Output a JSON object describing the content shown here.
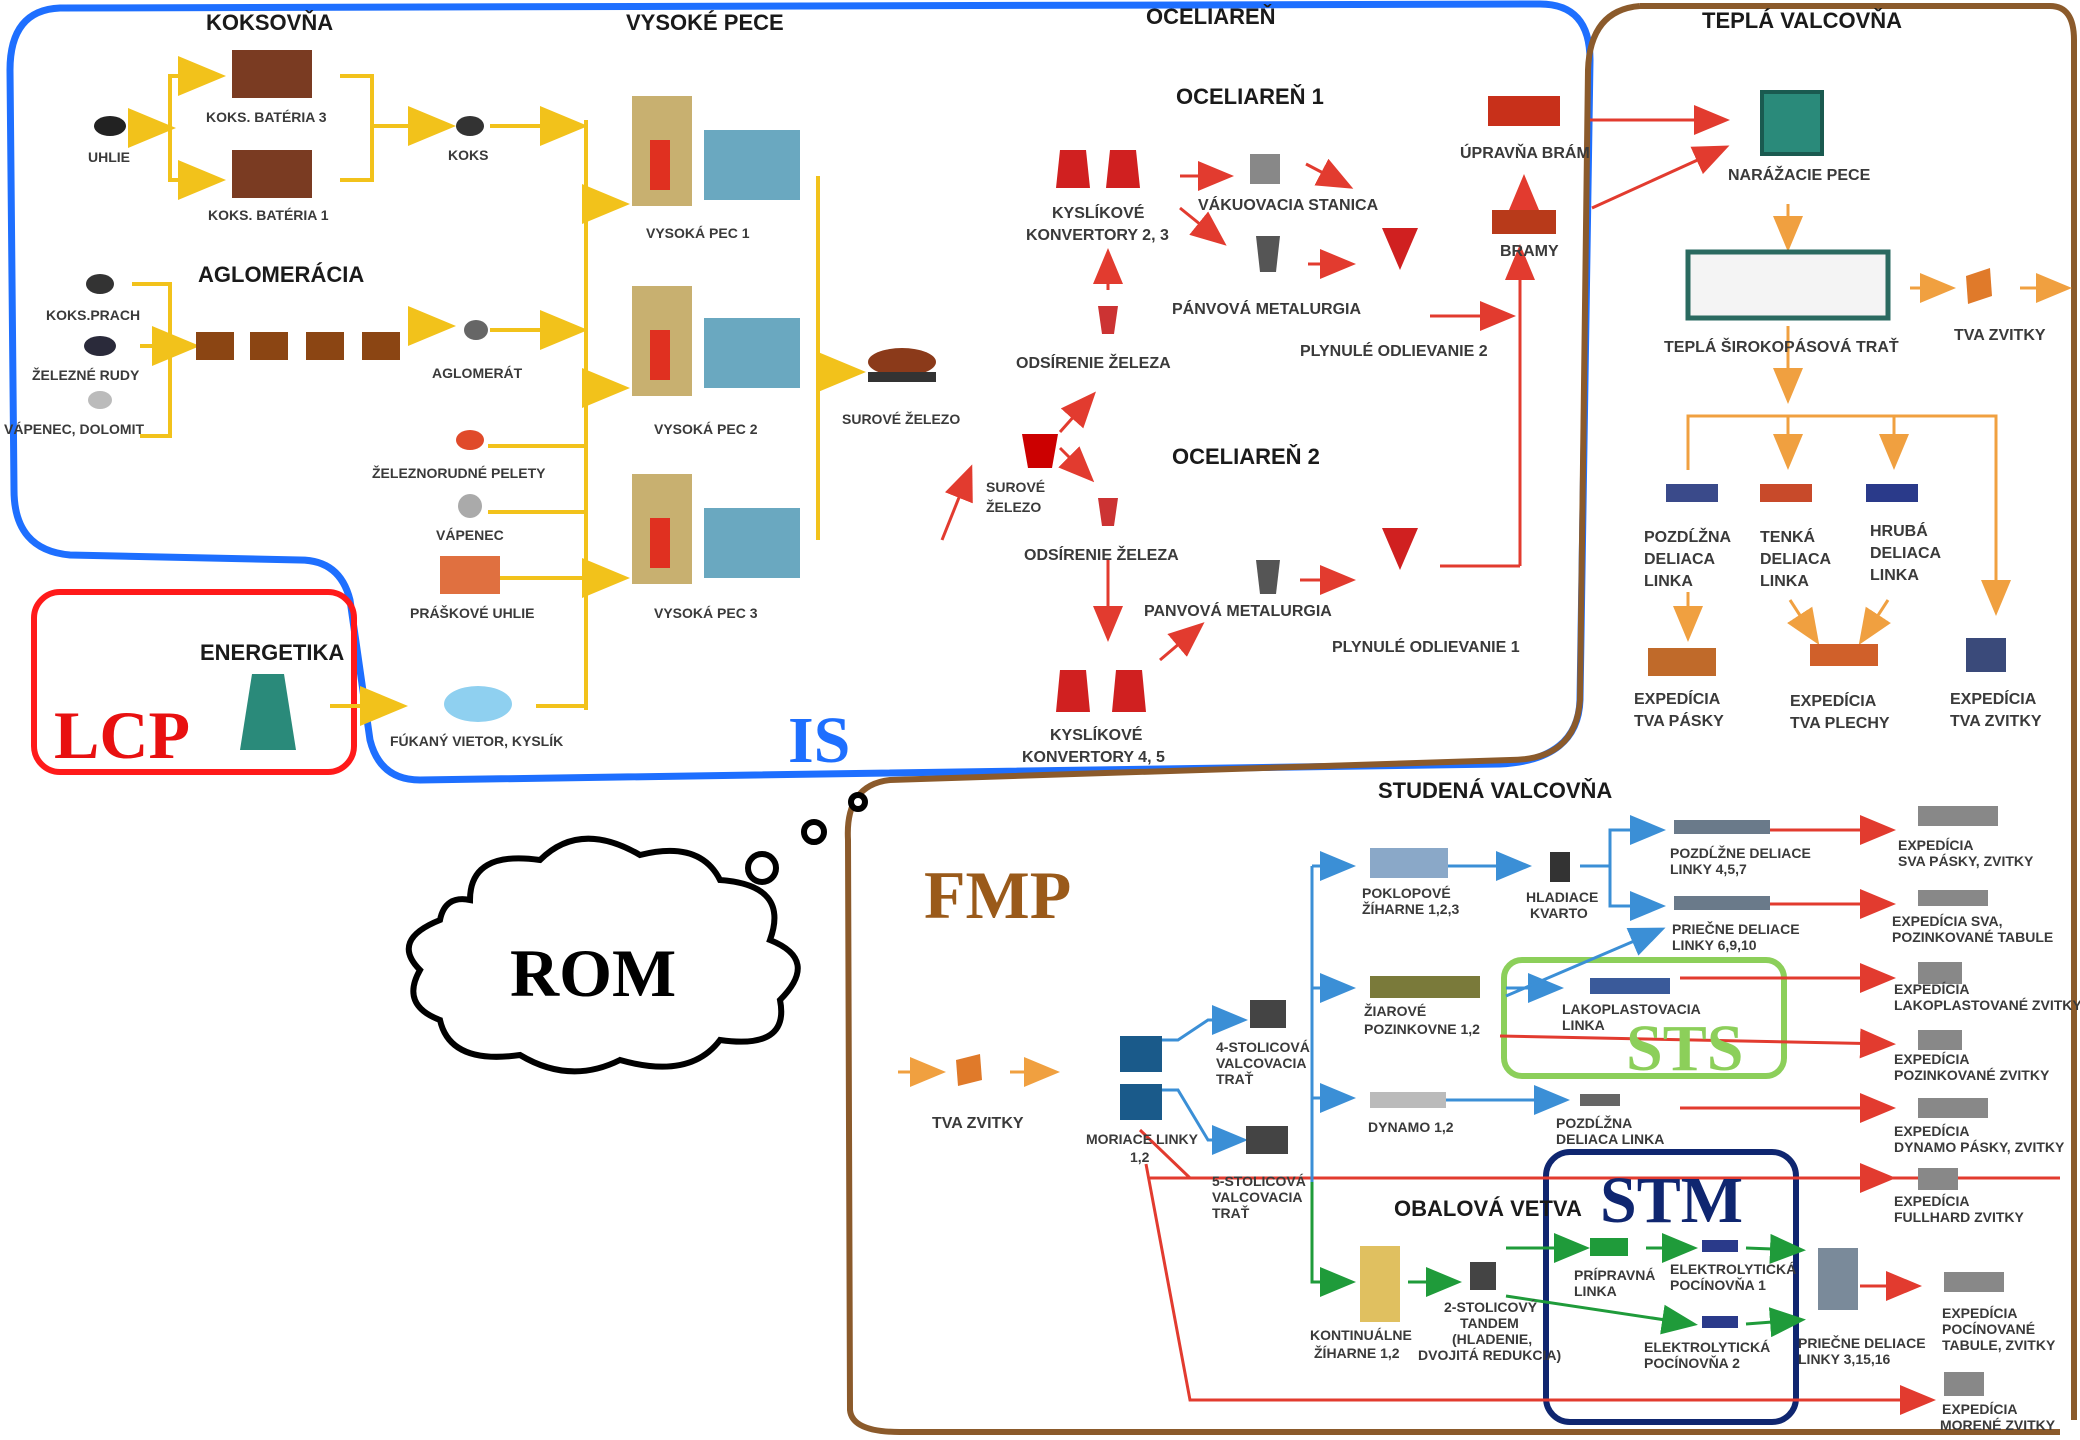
{
  "colors": {
    "is_border": "#1e6fff",
    "lcp_border": "#ff1a1a",
    "fmp_border": "#8b5a2b",
    "sts_border": "#8ccf5a",
    "stm_border": "#0f2670",
    "flow_yellow": "#f2c21b",
    "flow_red": "#e23b2f",
    "flow_orange": "#f0a040",
    "flow_blue": "#3b8fd6",
    "flow_green": "#1f9b3a"
  },
  "regions": {
    "is": "IS",
    "lcp": "LCP",
    "fmp": "FMP",
    "sts": "STS",
    "stm": "STM",
    "rom": "ROM"
  },
  "headers": {
    "koksovna": "KOKSOVŇA",
    "vysoke_pece": "VYSOKÉ PECE",
    "oceliaren": "OCELIAREŇ",
    "tepla_valcovna": "TEPLÁ VALCOVŇA",
    "aglomeracia": "AGLOMERÁCIA",
    "oceliaren1": "OCELIAREŇ 1",
    "oceliaren2": "OCELIAREŇ 2",
    "energetika": "ENERGETIKA",
    "studena_valcovna": "STUDENÁ VALCOVŇA",
    "obalova_vetva": "OBALOVÁ VETVA"
  },
  "nodes": {
    "uhlie": "UHLIE",
    "koks_bat3": "KOKS. BATÉRIA 3",
    "koks_bat1": "KOKS. BATÉRIA 1",
    "koks": "KOKS",
    "koks_prach": "KOKS.PRACH",
    "zelezne_rudy": "ŽELEZNÉ RUDY",
    "vapenec_dolomit": "VÁPENEC, DOLOMIT",
    "aglomerat": "AGLOMERÁT",
    "peletky": "ŽELEZNORUDNÉ PELETY",
    "vapenec": "VÁPENEC",
    "praskove_uhlie": "PRÁŠKOVÉ UHLIE",
    "fukany_vietor": "FÚKANÝ VIETOR, KYSLÍK",
    "vp1": "VYSOKÁ PEC 1",
    "vp2": "VYSOKÁ PEC 2",
    "vp3": "VYSOKÁ PEC 3",
    "surove_zelezo_car": "SUROVÉ ŽELEZO",
    "surove_zelezo_1": "SUROVÉ",
    "surove_zelezo_2": "ŽELEZO",
    "odsirenie1": "ODSÍRENIE ŽELEZA",
    "odsirenie2": "ODSÍRENIE ŽELEZA",
    "konv23_1": "KYSLÍKOVÉ",
    "konv23_2": "KONVERTORY 2, 3",
    "konv45_1": "KYSLÍKOVÉ",
    "konv45_2": "KONVERTORY 4, 5",
    "vakuovacia": "VÁKUOVACIA STANICA",
    "panvova1": "PÁNVOVÁ METALURGIA",
    "panvova2": "PANVOVÁ METALURGIA",
    "plynule2": "PLYNULÉ  ODLIEVANIE 2",
    "plynule1": "PLYNULÉ  ODLIEVANIE 1",
    "upravna": "ÚPRAVŇA BRÁM",
    "bramy": "BRAMY",
    "narazacie": "NARÁŽACIE PECE",
    "siroko": "TEPLÁ ŠIROKOPÁSOVÁ TRAŤ",
    "tva_zvitky_top": "TVA ZVITKY",
    "pozdlzna_1": "POZDĹŽNA",
    "pozdlzna_2": "DELIACA",
    "pozdlzna_3": "LINKA",
    "tenka_1": "TENKÁ",
    "tenka_2": "DELIACA",
    "tenka_3": "LINKA",
    "hruba_1": "HRUBÁ",
    "hruba_2": "DELIACA",
    "hruba_3": "LINKA",
    "exp_pasky_1": "EXPEDÍCIA",
    "exp_pasky_2": "TVA PÁSKY",
    "exp_plechy_1": "EXPEDÍCIA",
    "exp_plechy_2": "TVA PLECHY",
    "exp_zvitky_1": "EXPEDÍCIA",
    "exp_zvitky_2": "TVA ZVITKY",
    "tva_zvitky_bot": "TVA ZVITKY",
    "moriace_1": "MORIACE LINKY",
    "moriace_2": "1,2",
    "stol4_1": "4-STOLICOVÁ",
    "stol4_2": "VALCOVACIA",
    "stol4_3": "TRAŤ",
    "stol5_1": "5-STOLICOVÁ",
    "stol5_2": "VALCOVACIA",
    "stol5_3": "TRAŤ",
    "poklop_1": "POKLOPOVÉ",
    "poklop_2": "ŽÍHARNE 1,2,3",
    "hladiace_1": "HLADIACE",
    "hladiace_2": "KVARTO",
    "pozdl457_1": "POZDĹŽNE DELIACE",
    "pozdl457_2": "LINKY 4,5,7",
    "priecne_1": "PRIEČNE DELIACE",
    "priecne_2": "LINKY 6,9,10",
    "ziarove_1": "ŽIAROVÉ",
    "ziarove_2": "POZINKOVNE 1,2",
    "lako_1": "LAKOPLASTOVACIA",
    "lako_2": "LINKA",
    "dynamo": "DYNAMO 1,2",
    "pozdl_dyn_1": "POZDĹŽNA",
    "pozdl_dyn_2": "DELIACA LINKA",
    "kont_1": "KONTINUÁLNE",
    "kont_2": "ŽÍHARNE 1,2",
    "tandem_1": "2-STOLICOVÝ",
    "tandem_2": "TANDEM",
    "tandem_3": "(HLADENIE,",
    "tandem_4": "DVOJITÁ REDUKCIA)",
    "pripravna_1": "PRÍPRAVNÁ",
    "pripravna_2": "LINKA",
    "elektro1_1": "ELEKTROLYTICKÁ",
    "elektro1_2": "POCÍNOVŇA 1",
    "elektro2_1": "ELEKTROLYTICKÁ",
    "elektro2_2": "POCÍNOVŇA 2",
    "priecne3_1": "PRIEČNE DELIACE",
    "priecne3_2": "LINKY 3,15,16",
    "e_sva_1": "EXPEDÍCIA",
    "e_sva_2": "SVA PÁSKY, ZVITKY",
    "e_sva_tab_1": "EXPEDÍCIA SVA,",
    "e_sva_tab_2": "POZINKOVANÉ TABULE",
    "e_lako_1": "EXPEDÍCIA",
    "e_lako_2": "LAKOPLASTOVANÉ ZVITKY",
    "e_poz_1": "EXPEDÍCIA",
    "e_poz_2": "POZINKOVANÉ  ZVITKY",
    "e_dyn_1": "EXPEDÍCIA",
    "e_dyn_2": "DYNAMO PÁSKY,  ZVITKY",
    "e_full_1": "EXPEDÍCIA",
    "e_full_2": "FULLHARD  ZVITKY",
    "e_poc_1": "EXPEDÍCIA",
    "e_poc_2": "POCÍNOVANÉ",
    "e_poc_3": "TABULE,  ZVITKY",
    "e_mor_1": "EXPEDÍCIA",
    "e_mor_2": "MORENÉ ZVITKY"
  }
}
